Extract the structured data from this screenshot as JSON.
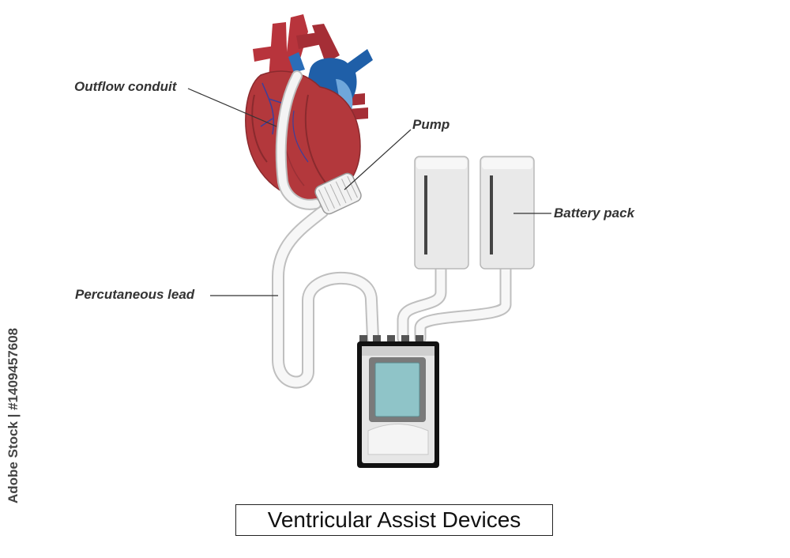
{
  "labels": {
    "outflow_conduit": "Outflow conduit",
    "pump": "Pump",
    "battery_pack": "Battery pack",
    "percutaneous_lead": "Percutaneous lead"
  },
  "title": "Ventricular Assist Devices",
  "side_credit": "Adobe Stock | #1409457608",
  "colors": {
    "heart": "#b3383c",
    "vessel_blue": "#1f5fa8",
    "cable": "#f4f4f4",
    "battery": "#e8e8e8",
    "screen": "#8fc4c8"
  },
  "icons": [
    "heart-illustration",
    "controller-device",
    "battery-pack-left",
    "battery-pack-right"
  ]
}
